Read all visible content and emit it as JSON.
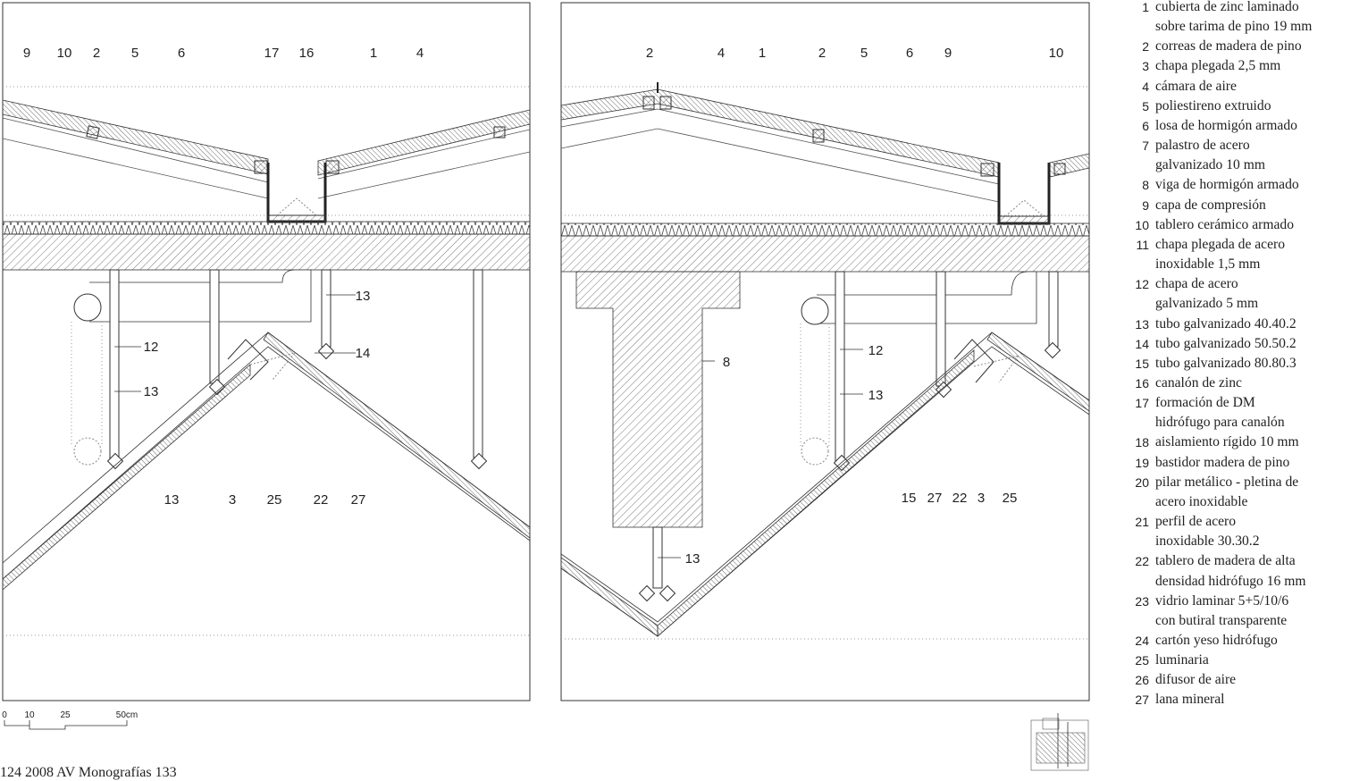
{
  "left_panel": {
    "callouts": [
      "9",
      "10",
      "2",
      "5",
      "6",
      "17",
      "16",
      "1",
      "4",
      "12",
      "13",
      "13",
      "14",
      "13",
      "3",
      "25",
      "22",
      "27"
    ]
  },
  "right_panel": {
    "callouts": [
      "2",
      "4",
      "1",
      "2",
      "5",
      "6",
      "9",
      "10",
      "8",
      "12",
      "13",
      "13",
      "15",
      "27",
      "22",
      "3",
      "25"
    ]
  },
  "legend": [
    {
      "num": "1",
      "text": "cubierta de zinc laminado\nsobre tarima de pino 19 mm"
    },
    {
      "num": "2",
      "text": "correas de madera de pino"
    },
    {
      "num": "3",
      "text": "chapa plegada 2,5 mm"
    },
    {
      "num": "4",
      "text": "cámara de aire"
    },
    {
      "num": "5",
      "text": "poliestireno extruido"
    },
    {
      "num": "6",
      "text": "losa de hormigón armado"
    },
    {
      "num": "7",
      "text": "palastro de acero\ngalvanizado 10 mm"
    },
    {
      "num": "8",
      "text": "viga de hormigón armado"
    },
    {
      "num": "9",
      "text": "capa de compresión"
    },
    {
      "num": "10",
      "text": "tablero cerámico armado"
    },
    {
      "num": "11",
      "text": "chapa plegada de acero\ninoxidable 1,5 mm"
    },
    {
      "num": "12",
      "text": "chapa de acero\ngalvanizado 5 mm"
    },
    {
      "num": "13",
      "text": "tubo galvanizado 40.40.2"
    },
    {
      "num": "14",
      "text": "tubo galvanizado 50.50.2"
    },
    {
      "num": "15",
      "text": "tubo galvanizado 80.80.3"
    },
    {
      "num": "16",
      "text": "canalón de zinc"
    },
    {
      "num": "17",
      "text": "formación de DM\nhidrófugo para canalón"
    },
    {
      "num": "18",
      "text": "aislamiento rígido 10 mm"
    },
    {
      "num": "19",
      "text": "bastidor madera de pino"
    },
    {
      "num": "20",
      "text": "pilar metálico - pletina de\nacero inoxidable"
    },
    {
      "num": "21",
      "text": "perfil de acero\ninoxidable 30.30.2"
    },
    {
      "num": "22",
      "text": "tablero de madera de alta\ndensidad hidrófugo 16 mm"
    },
    {
      "num": "23",
      "text": "vidrio laminar 5+5/10/6\ncon butiral transparente"
    },
    {
      "num": "24",
      "text": "cartón yeso hidrófugo"
    },
    {
      "num": "25",
      "text": "luminaria"
    },
    {
      "num": "26",
      "text": "difusor de aire"
    },
    {
      "num": "27",
      "text": "lana mineral"
    }
  ],
  "scale_bar": {
    "ticks": [
      "0",
      "10",
      "25",
      "50cm"
    ]
  },
  "footer": {
    "text": "124  2008  AV Monografías 133"
  }
}
